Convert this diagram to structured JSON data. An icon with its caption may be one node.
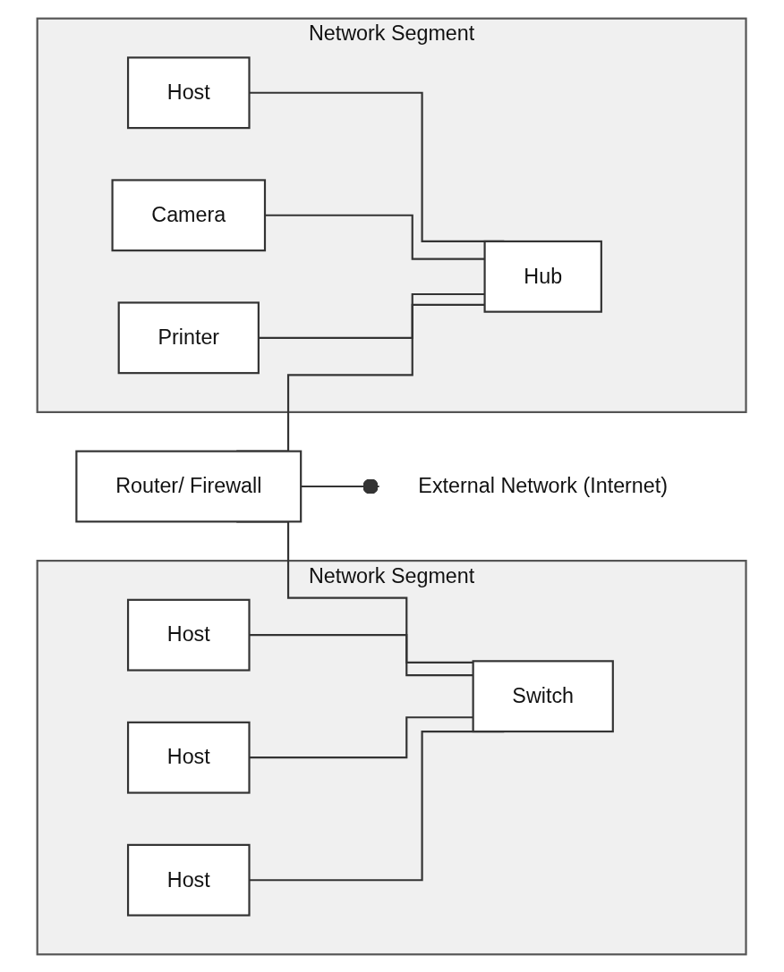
{
  "diagram": {
    "nodes": [
      {
        "text": [
          "Network Segment"
        ]
      },
      {
        "text": [
          "Host"
        ],
        "in": 0
      },
      {
        "text": [
          "Host"
        ],
        "in": 0
      },
      {
        "text": [
          "Host"
        ],
        "in": 0
      },
      {
        "text": [
          "Switch"
        ],
        "in": 0
      },
      {
        "text": [
          "External Network (Internet)"
        ]
      },
      {
        "text": [
          "Router/ Firewall"
        ]
      },
      {
        "text": [
          "Network Segment"
        ]
      },
      {
        "text": [
          "Host"
        ],
        "in": 7
      },
      {
        "text": [
          "Camera"
        ],
        "in": 7
      },
      {
        "text": [
          "Printer"
        ],
        "in": 7
      },
      {
        "text": [
          "Hub"
        ],
        "in": 7
      }
    ],
    "edges": [
      {
        "from": 1,
        "to": 4,
        "arrow": "none"
      },
      {
        "from": 2,
        "to": 4,
        "arrow": "none"
      },
      {
        "from": 3,
        "to": 4,
        "arrow": "none"
      },
      {
        "from": 6,
        "to": 4,
        "arrow": "none"
      },
      {
        "from": 6,
        "to": 5,
        "arrow": "other"
      },
      {
        "from": 6,
        "to": 11,
        "arrow": "none"
      },
      {
        "from": 8,
        "to": 11,
        "arrow": "none"
      },
      {
        "from": 9,
        "to": 11,
        "arrow": "none"
      },
      {
        "from": 10,
        "to": 11,
        "arrow": "none"
      }
    ]
  }
}
